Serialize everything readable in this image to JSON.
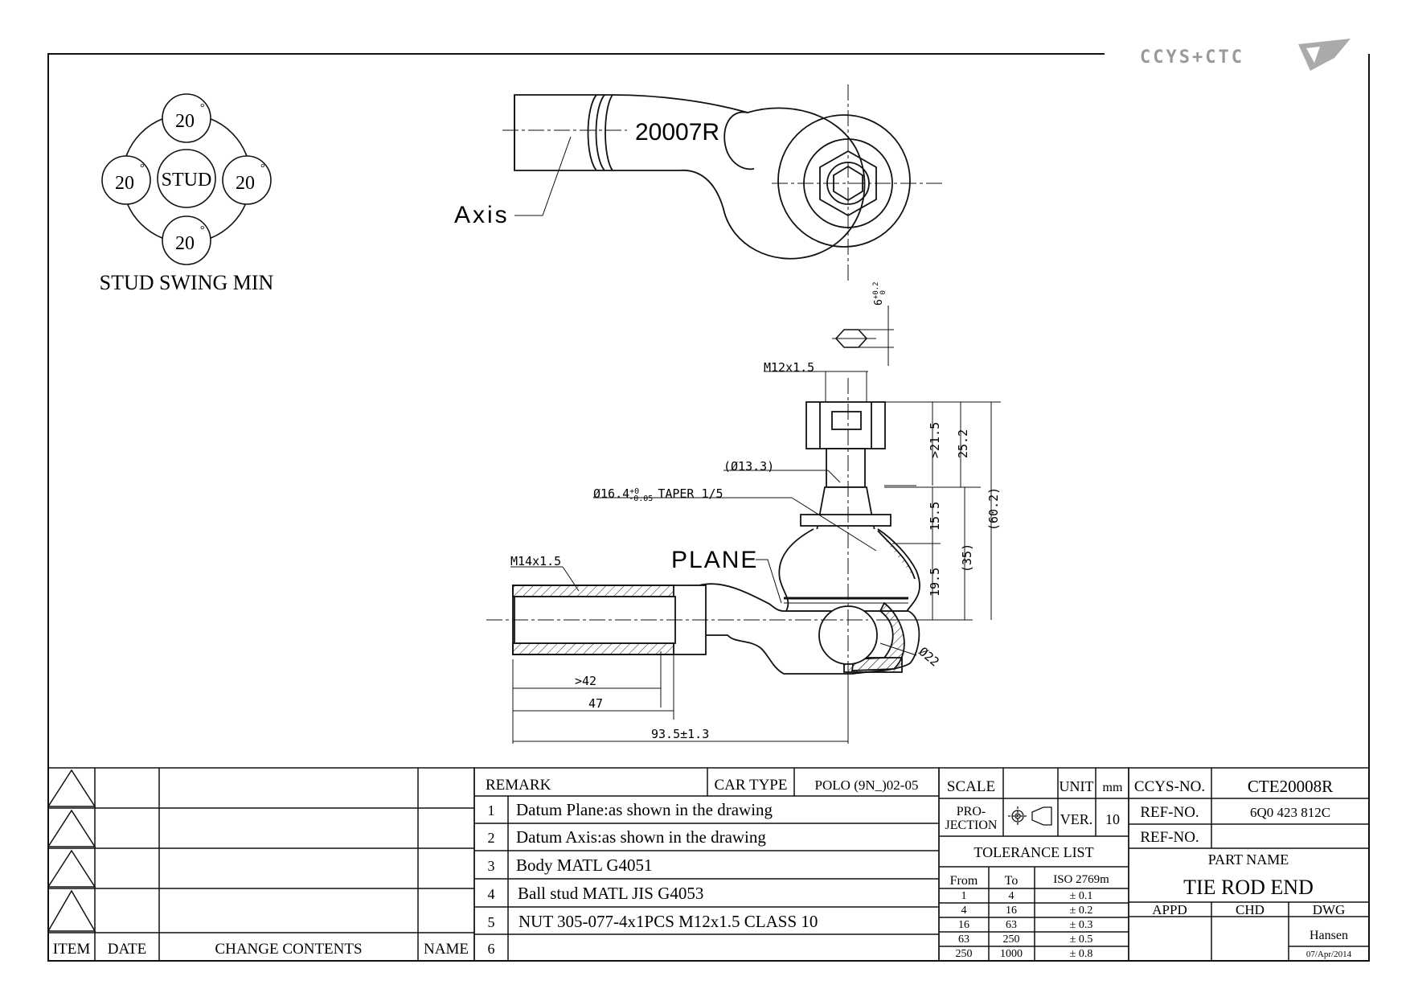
{
  "logo": {
    "text": "CCYS+CTC"
  },
  "swing": {
    "center_label": "STUD",
    "angle_top": "20",
    "angle_left": "20",
    "angle_right": "20",
    "angle_bottom": "20",
    "degree": "°",
    "caption": "STUD SWING MIN"
  },
  "top_view": {
    "part_mark": "20007R",
    "axis_label": "Axis"
  },
  "side_view": {
    "dim_nut": "6",
    "dim_nut_tol_upper": "+0.2",
    "dim_nut_tol_lower": "0",
    "thread_stud": "M12x1.5",
    "dia_133": "(Ø13.3)",
    "taper": "Ø16.4",
    "taper_tol_upper": "+0",
    "taper_tol_lower": "-0.05",
    "taper_suffix": "TAPER 1/5",
    "plane_label": "PLANE",
    "thread_body": "M14x1.5",
    "dim_215": ">21.5",
    "dim_252": "25.2",
    "dim_602": "(60.2)",
    "dim_155": "15.5",
    "dim_195": "19.5",
    "dim_35": "(35)",
    "dim_22": "Ø22",
    "dim_42": ">42",
    "dim_47": "47",
    "dim_935": "93.5±1.3"
  },
  "revision_table": {
    "headers": {
      "item": "ITEM",
      "date": "DATE",
      "contents": "CHANGE CONTENTS",
      "name": "NAME"
    }
  },
  "remarks": {
    "header": "REMARK",
    "car_type_label": "CAR TYPE",
    "car_type": "POLO (9N_)02-05",
    "rows": [
      {
        "no": "1",
        "text": "Datum Plane:as shown in the drawing"
      },
      {
        "no": "2",
        "text": "Datum Axis:as shown in the drawing"
      },
      {
        "no": "3",
        "text": "Body MATL G4051"
      },
      {
        "no": "4",
        "text": "Ball stud MATL JIS G4053"
      },
      {
        "no": "5",
        "text": "NUT 305-077-4x1PCS M12x1.5 CLASS 10"
      },
      {
        "no": "6",
        "text": ""
      }
    ]
  },
  "scale_block": {
    "scale_label": "SCALE",
    "unit_label": "UNIT",
    "unit_value": "mm",
    "projection_label_1": "PRO-",
    "projection_label_2": "JECTION",
    "ver_label": "VER.",
    "ver_value": "10",
    "tolerance_title": "TOLERANCE LIST",
    "tol_headers": {
      "from": "From",
      "to": "To",
      "iso": "ISO 2769m"
    },
    "tol_rows": [
      {
        "from": "1",
        "to": "4",
        "tol": "± 0.1"
      },
      {
        "from": "4",
        "to": "16",
        "tol": "± 0.2"
      },
      {
        "from": "16",
        "to": "63",
        "tol": "± 0.3"
      },
      {
        "from": "63",
        "to": "250",
        "tol": "± 0.5"
      },
      {
        "from": "250",
        "to": "1000",
        "tol": "± 0.8"
      }
    ]
  },
  "title_block": {
    "ccys_label": "CCYS-NO.",
    "ccys_value": "CTE20008R",
    "ref1_label": "REF-NO.",
    "ref1_value": "6Q0 423 812C",
    "ref2_label": "REF-NO.",
    "ref2_value": "",
    "part_name_label": "PART NAME",
    "part_name": "TIE ROD END",
    "appd": "APPD",
    "chd": "CHD",
    "dwg": "DWG",
    "drawn_by": "Hansen",
    "date": "07/Apr/2014"
  }
}
